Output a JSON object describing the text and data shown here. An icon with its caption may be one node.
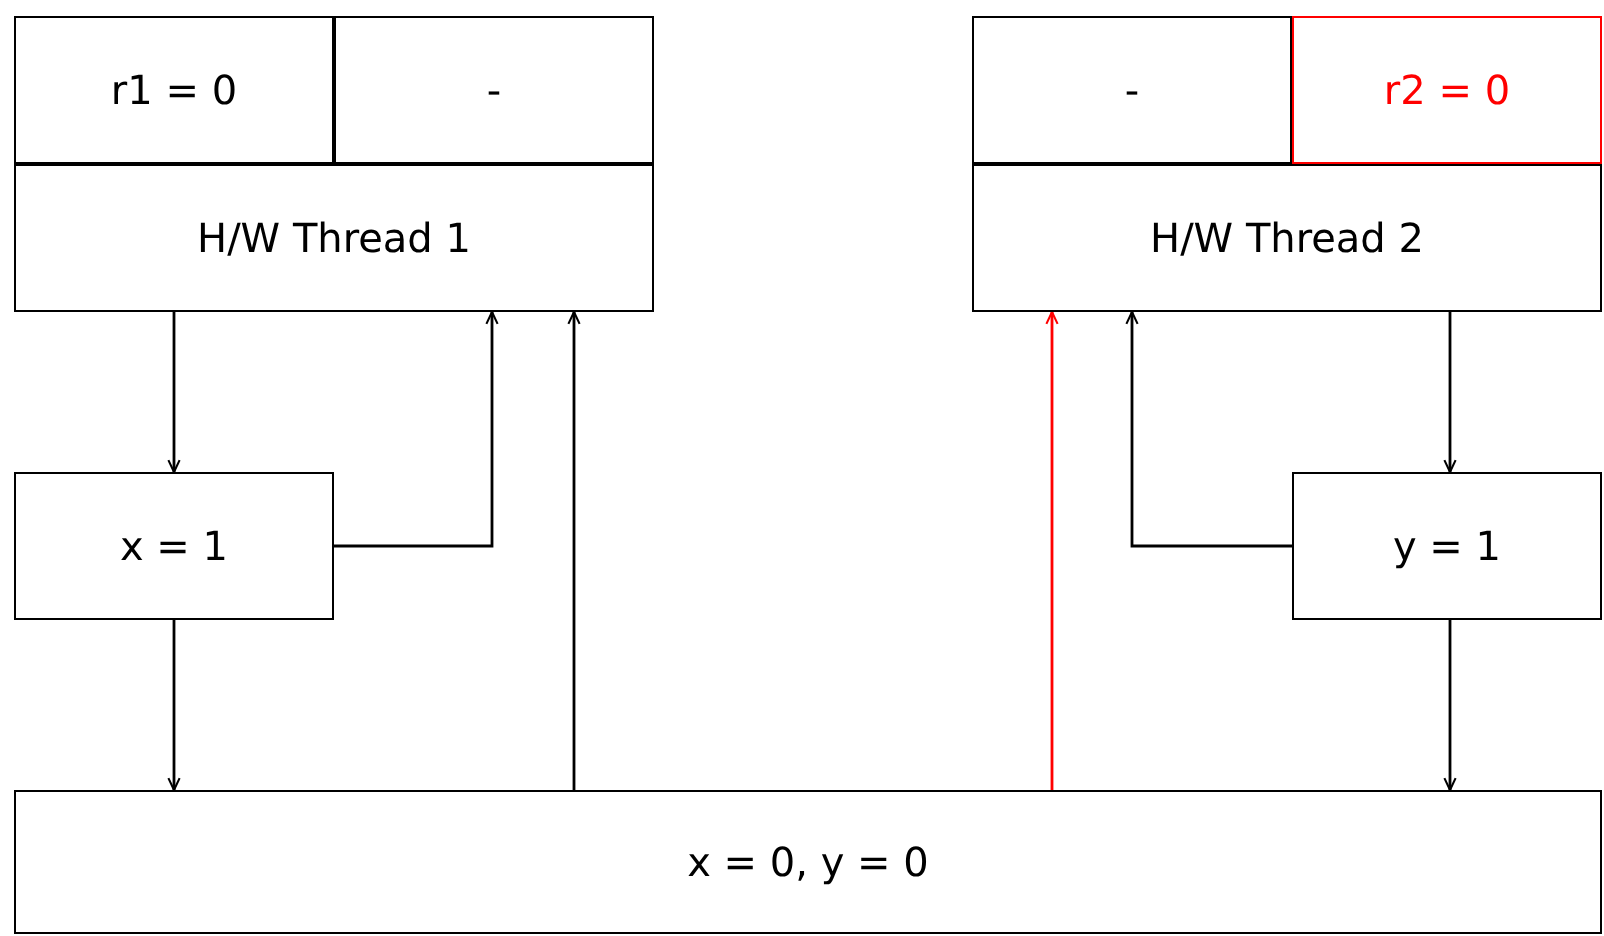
{
  "diagram": {
    "nodes": [
      {
        "text": [
          "r1 = 0"
        ]
      },
      {
        "text": [
          "-"
        ]
      },
      {
        "text": [
          "H/W Thread 1"
        ]
      },
      {
        "text": [
          "-"
        ]
      },
      {
        "text": [
          "r2 = 0"
        ]
      },
      {
        "text": [
          "H/W Thread 2"
        ]
      },
      {
        "text": [
          "x = 1"
        ]
      },
      {
        "text": [
          "y = 1"
        ]
      },
      {
        "text": [
          "x = 0, y = 0"
        ]
      }
    ],
    "edges": [
      {
        "from": 2,
        "to": 6,
        "arrow": "to"
      },
      {
        "from": 6,
        "to": 2,
        "arrow": "to"
      },
      {
        "from": 6,
        "to": 8,
        "arrow": "to"
      },
      {
        "from": 8,
        "to": 2,
        "arrow": "to"
      },
      {
        "from": 8,
        "to": 5,
        "arrow": "to",
        "color": "#ff0000"
      },
      {
        "from": 5,
        "to": 7,
        "arrow": "to"
      },
      {
        "from": 7,
        "to": 5,
        "arrow": "to"
      },
      {
        "from": 7,
        "to": 8,
        "arrow": "to"
      }
    ]
  }
}
